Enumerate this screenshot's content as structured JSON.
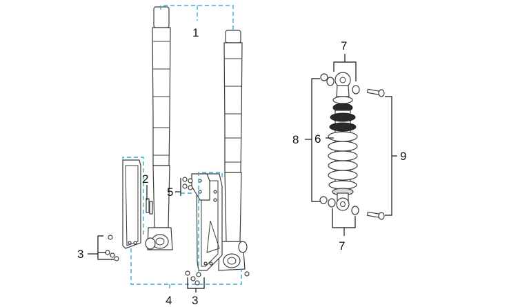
{
  "callouts": {
    "c1": "1",
    "c2": "2",
    "c3_left": "3",
    "c3_bottom": "3",
    "c4": "4",
    "c5": "5",
    "c6": "6",
    "c7_top": "7",
    "c7_bottom": "7",
    "c8": "8",
    "c9": "9"
  },
  "colors": {
    "dashed_leader": "#3aa7d6",
    "outline": "#3a3a3a",
    "leader": "#111111"
  }
}
